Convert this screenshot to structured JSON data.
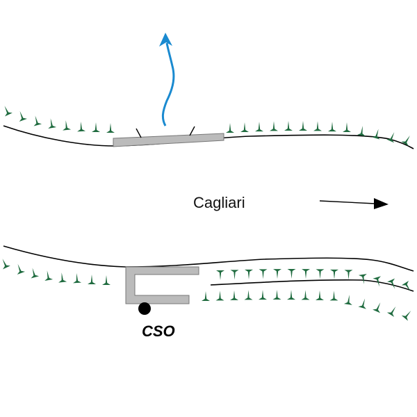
{
  "diagram": {
    "city_label": "Cagliari",
    "outfall_label": "CSO",
    "flow_direction": "right",
    "colors": {
      "vegetation": "#1f6b3f",
      "plume_arrow": "#1a8ad0",
      "structure": "#bbbbbb",
      "structure_outline": "#777777",
      "shoreline": "#000000"
    },
    "elements": [
      {
        "name": "upper-bank",
        "kind": "shoreline"
      },
      {
        "name": "upper-vegetation",
        "kind": "vegetation-marks"
      },
      {
        "name": "upper-platform",
        "kind": "structure"
      },
      {
        "name": "plume-arrow",
        "kind": "upward-flow"
      },
      {
        "name": "flow-arrow",
        "kind": "direction-arrow"
      },
      {
        "name": "lower-bank",
        "kind": "shoreline"
      },
      {
        "name": "lower-vegetation",
        "kind": "vegetation-marks"
      },
      {
        "name": "channel-bank",
        "kind": "shoreline"
      },
      {
        "name": "cso-structure",
        "kind": "structure"
      },
      {
        "name": "cso-outfall-point",
        "kind": "outfall"
      }
    ]
  }
}
